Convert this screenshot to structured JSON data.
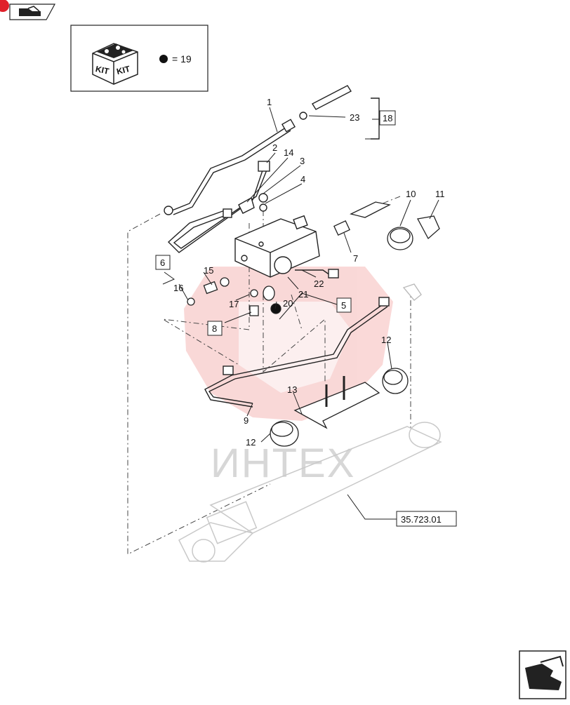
{
  "kit_box": {
    "kit_text_1": "KIT",
    "kit_text_2": "KIT",
    "legend": "= 19"
  },
  "callouts": {
    "c1": "1",
    "c2": "2",
    "c3": "3",
    "c4": "4",
    "c5": "5",
    "c6": "6",
    "c7": "7",
    "c8": "8",
    "c9": "9",
    "c10": "10",
    "c11": "11",
    "c12a": "12",
    "c12b": "12",
    "c13": "13",
    "c14": "14",
    "c15": "15",
    "c16": "16",
    "c17": "17",
    "c18": "18",
    "c20": "20",
    "c21": "21",
    "c22": "22",
    "c23": "23"
  },
  "reference": "35.723.01",
  "watermark": "ИНТЕХ",
  "colors": {
    "watermark_red": "#e8504f",
    "badge_red": "#e0202a",
    "line": "#222222"
  },
  "icons": {
    "top_nav": "book-arrow-icon",
    "bottom_nav": "next-page-arrow-icon"
  }
}
